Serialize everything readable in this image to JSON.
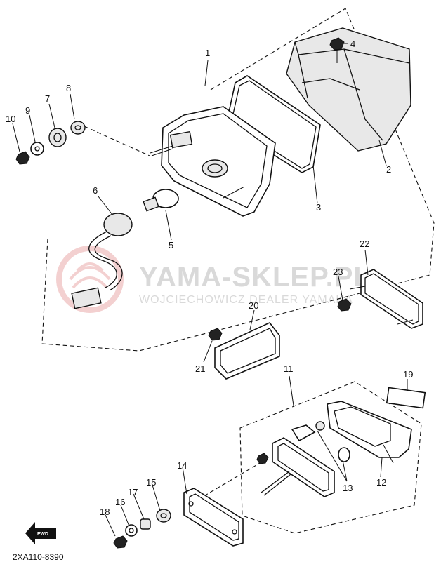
{
  "diagram": {
    "part_labels": [
      "1",
      "2",
      "3",
      "4",
      "5",
      "6",
      "7",
      "8",
      "9",
      "10",
      "11",
      "12",
      "13",
      "14",
      "15",
      "16",
      "17",
      "18",
      "19",
      "20",
      "21",
      "22",
      "23"
    ],
    "watermark": {
      "brand": "YAMA-SKLEP.PL",
      "subtitle": "WOJCIECHOWICZ DEALER YAMAHA"
    },
    "drawing_code": "2XA110-8390",
    "fwd_arrow": "FWD"
  }
}
